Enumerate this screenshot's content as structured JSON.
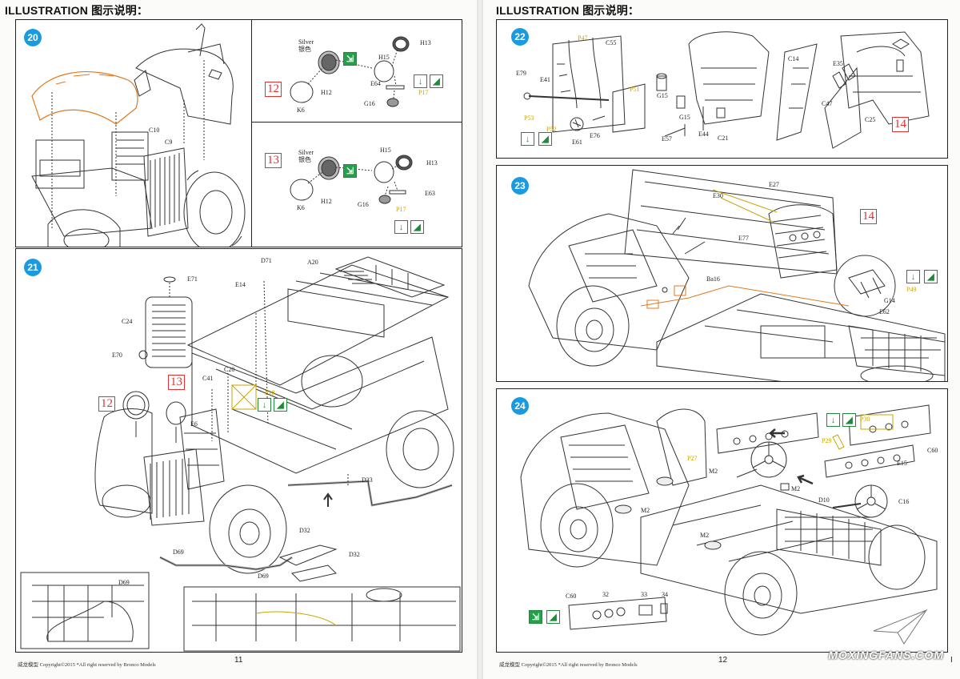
{
  "header": {
    "left_title": "ILLUSTRATION 图示说明：",
    "right_title": "ILLUSTRATION 图示说明："
  },
  "footer": {
    "left_text": "威龙模型  Copyright©2015  *All right reserved by Bronco Models",
    "right_text": "威龙模型  Copyright©2015  *All right reserved by Bronco Models",
    "left_page": "11",
    "right_page": "12",
    "right_mark": "I"
  },
  "watermark": {
    "text": "MOXINGFANS.COM"
  },
  "steps": {
    "s20": {
      "number": "20",
      "labels": {
        "c10": "C10",
        "c9": "C9"
      }
    },
    "s12box": {
      "ref": "12",
      "silver": "Silver",
      "silver_cn": "银色",
      "labels": {
        "h15": "H15",
        "h13": "H13",
        "h12": "H12",
        "k6": "K6",
        "e64": "E64",
        "g16": "G16",
        "p17": "P17"
      }
    },
    "s13box": {
      "ref": "13",
      "silver": "Silver",
      "silver_cn": "银色",
      "labels": {
        "h15": "H15",
        "h13": "H13",
        "h12": "H12",
        "k6": "K6",
        "e63": "E63",
        "g16": "G16",
        "p17": "P17"
      }
    },
    "s21": {
      "number": "21",
      "ref12": "12",
      "ref13": "13",
      "labels": {
        "e71": "E71",
        "d71": "D71",
        "a20": "A20",
        "e14": "E14",
        "c24": "C24",
        "e70": "E70",
        "c41": "C41",
        "c20": "C20",
        "p18": "P18",
        "e6": "E6",
        "d33": "D33",
        "d32a": "D32",
        "d32b": "D32",
        "d69a": "D69",
        "d69b": "D69",
        "d69c": "D69"
      }
    },
    "s22": {
      "number": "22",
      "ref": "14",
      "labels": {
        "p47": "P47",
        "c55": "C55",
        "e79": "E79",
        "e41": "E41",
        "p51": "P51",
        "p53": "P53",
        "p52": "P52",
        "e61": "E61",
        "e76": "E76",
        "g15a": "G15",
        "g15b": "G15",
        "e57": "E57",
        "e44": "E44",
        "c21": "C21",
        "c14": "C14",
        "e35": "E35",
        "c47": "C47",
        "c25": "C25"
      }
    },
    "s23": {
      "number": "23",
      "ref": "14",
      "labels": {
        "e27": "E27",
        "e30": "E30",
        "e77": "E77",
        "ba16": "Ba16",
        "p49": "P49",
        "g14": "G14",
        "e62": "E62"
      }
    },
    "s24": {
      "number": "24",
      "labels": {
        "p30": "P30",
        "p29": "P29",
        "c60": "C60",
        "e15": "E15",
        "m2a": "M2",
        "m2b": "M2",
        "m2c": "M2",
        "m2d": "M2",
        "p27": "P27",
        "d10": "D10",
        "c16": "C16",
        "c60b": "C60",
        "n32": "32",
        "n33": "33",
        "n34": "34"
      }
    }
  },
  "colors": {
    "step_badge": "#1a9be0",
    "ref_box": "#dd3333",
    "paint_icon": "#24a04a",
    "part_label_orange": "#c8a400"
  },
  "icons": [
    "step-badge",
    "glue-icon",
    "paint-icon",
    "arrow-down-icon",
    "flip-icon"
  ]
}
